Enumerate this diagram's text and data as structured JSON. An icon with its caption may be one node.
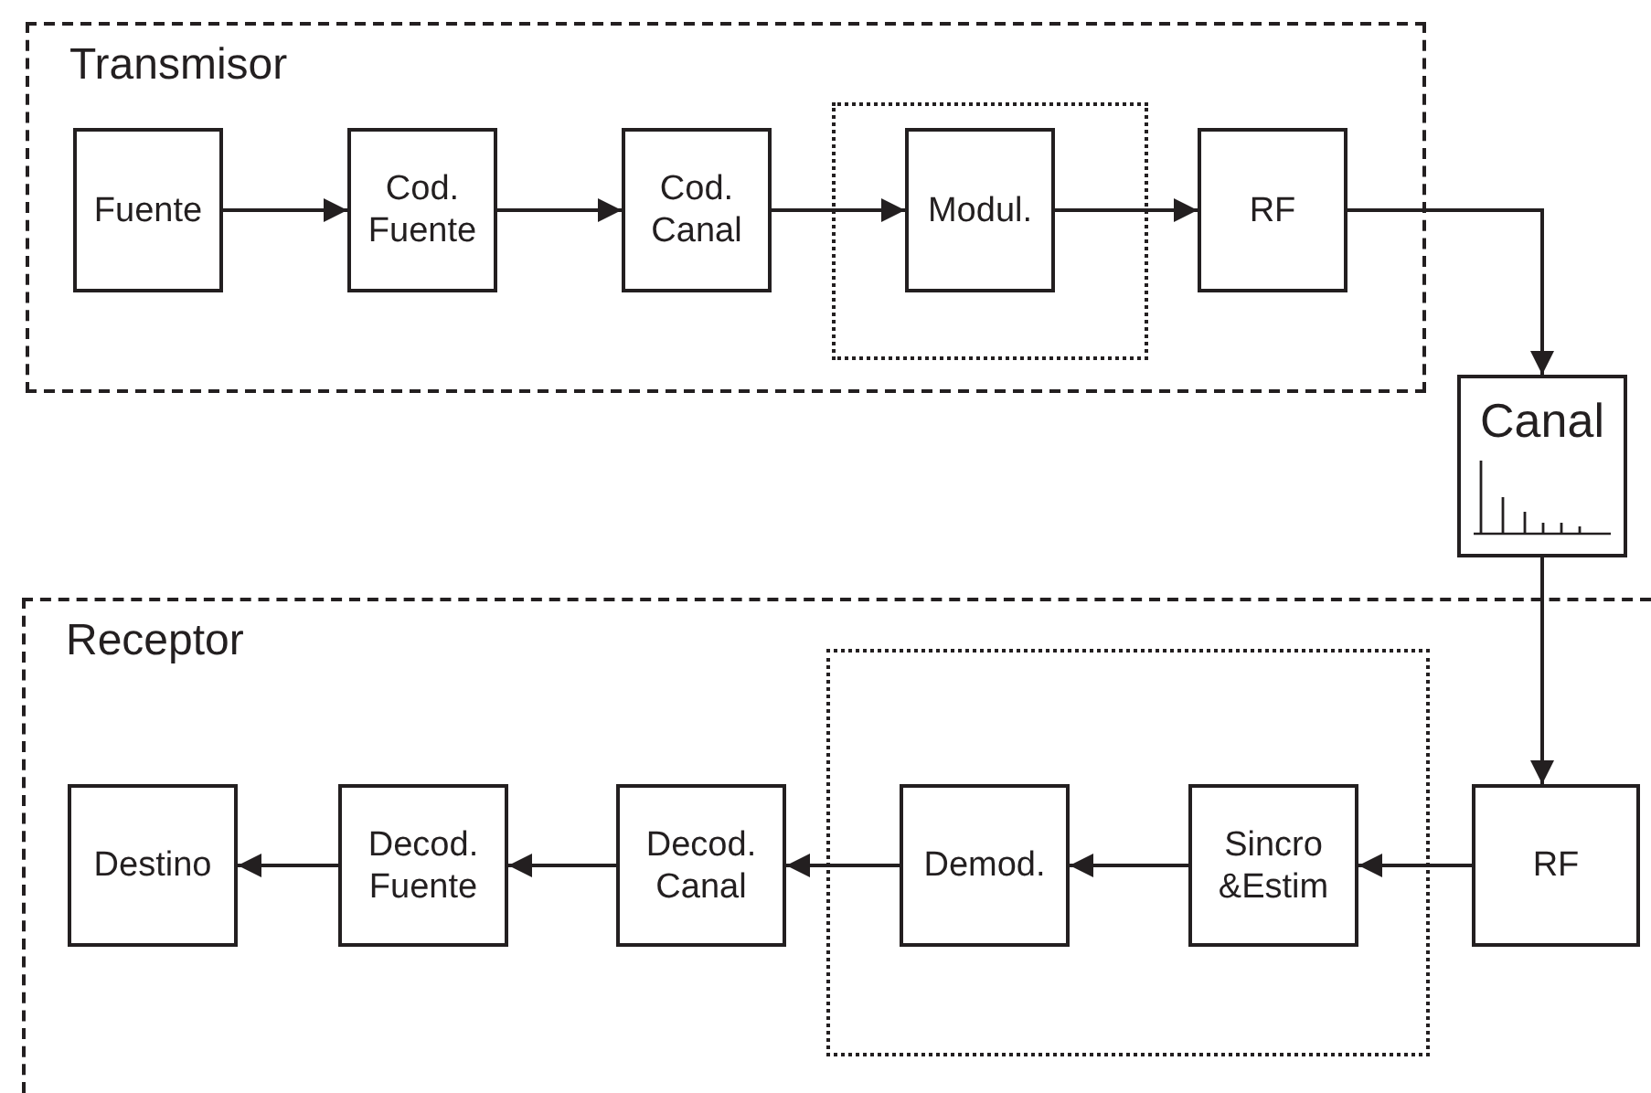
{
  "diagram": {
    "nodes": [
      {
        "text": [
          "Transmisor"
        ]
      },
      {
        "text": [
          "Fuente"
        ],
        "in": 0
      },
      {
        "text": [
          "Cod. Fuente"
        ],
        "in": 0
      },
      {
        "text": [
          "Cod. Canal"
        ],
        "in": 0
      },
      {
        "text": [],
        "shape": "box",
        "in": 0
      },
      {
        "text": [
          "Modul."
        ],
        "in": 4
      },
      {
        "text": [
          "RF"
        ],
        "in": 0
      },
      {
        "text": [
          "Canal"
        ]
      },
      {
        "text": [
          "Receptor"
        ]
      },
      {
        "text": [
          "Destino"
        ],
        "in": 8
      },
      {
        "text": [
          "Decod. Fuente"
        ],
        "in": 8
      },
      {
        "text": [
          "Decod. Canal"
        ],
        "in": 8
      },
      {
        "text": [],
        "shape": "box",
        "in": 8
      },
      {
        "text": [
          "Demod."
        ],
        "in": 12
      },
      {
        "text": [
          "Sincro &Estim"
        ],
        "in": 12
      },
      {
        "text": [
          "RF"
        ],
        "in": 8
      }
    ],
    "edges": [
      {
        "from": 1,
        "to": 2,
        "arrow": "to"
      },
      {
        "from": 2,
        "to": 3,
        "arrow": "to"
      },
      {
        "from": 3,
        "to": 5,
        "arrow": "to"
      },
      {
        "from": 5,
        "to": 6,
        "arrow": "to"
      },
      {
        "from": 6,
        "to": 7,
        "arrow": "to"
      },
      {
        "from": 7,
        "to": 15,
        "arrow": "to"
      },
      {
        "from": 15,
        "to": 14,
        "arrow": "to"
      },
      {
        "from": 14,
        "to": 13,
        "arrow": "to"
      },
      {
        "from": 13,
        "to": 11,
        "arrow": "to"
      },
      {
        "from": 11,
        "to": 10,
        "arrow": "to"
      },
      {
        "from": 10,
        "to": 9,
        "arrow": "to"
      }
    ]
  }
}
